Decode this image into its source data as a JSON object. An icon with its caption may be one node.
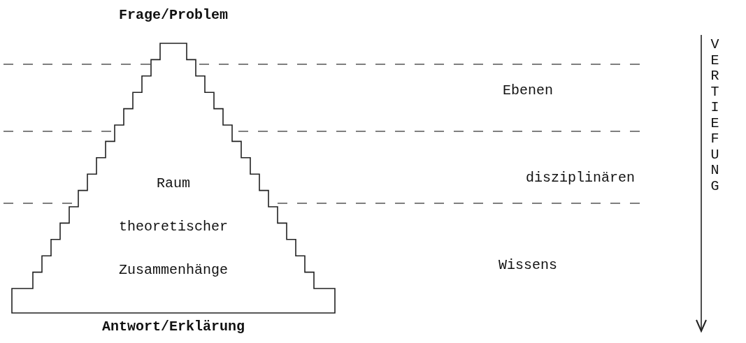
{
  "diagram": {
    "title": "Frage/Problem",
    "caption": "Antwort/Erklärung",
    "nodes": [
      {
        "text": [
          "Raum theoretischer Zusammenhänge"
        ]
      }
    ],
    "edges": [],
    "labels": [
      "Ebenen",
      "disziplinären",
      "Wissens",
      "VERTIEFUNG"
    ]
  }
}
